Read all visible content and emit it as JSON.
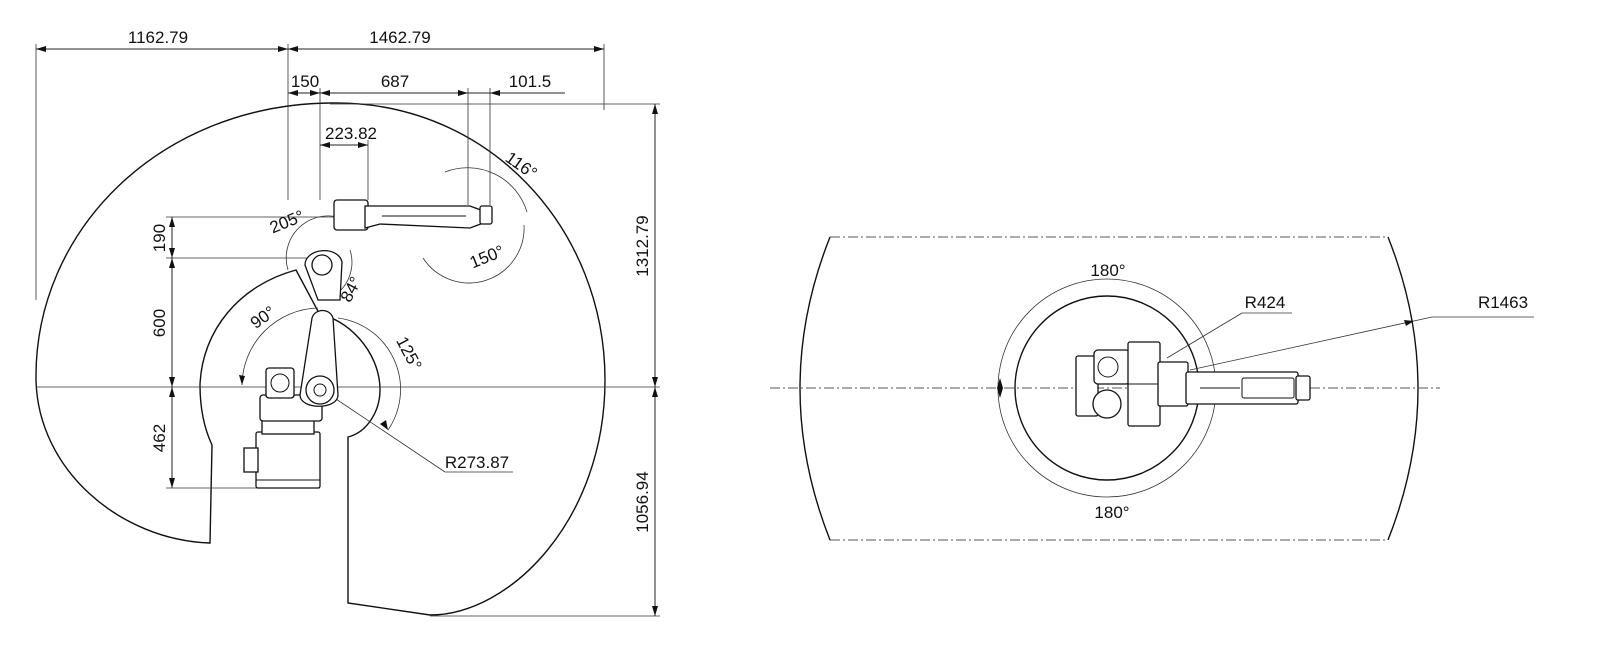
{
  "side_view": {
    "dims": {
      "reach_back": "1162.79",
      "reach_front": "1462.79",
      "offset_150": "150",
      "arm_687": "687",
      "wrist_101": "101.5",
      "elbow_223": "223.82",
      "v_190": "190",
      "v_600": "600",
      "v_462": "462",
      "v_top": "1312.79",
      "v_bottom": "1056.94",
      "radius": "R273.87"
    },
    "angles": {
      "a205": "205°",
      "a116": "116°",
      "a150": "150°",
      "a84": "84°",
      "a90": "90°",
      "a125": "125°"
    }
  },
  "top_view": {
    "angle_top": "180°",
    "angle_bottom": "180°",
    "r_inner": "R424",
    "r_outer": "R1463"
  }
}
